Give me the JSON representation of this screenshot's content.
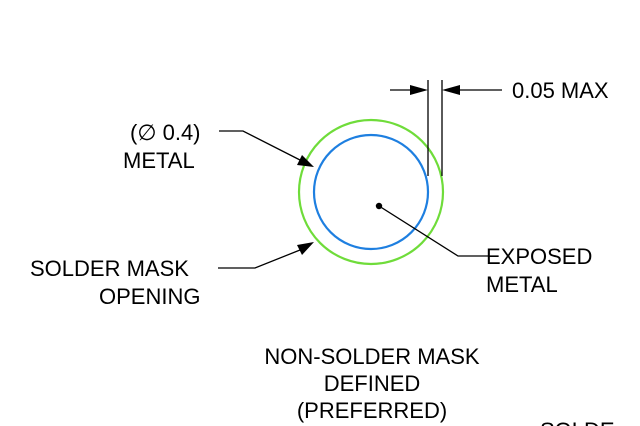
{
  "diagram": {
    "dimension_label": "0.05 MAX",
    "metal_diameter_label": "(∅ 0.4)",
    "metal_label": "METAL",
    "solder_mask_line1": "SOLDER MASK",
    "solder_mask_line2": "OPENING",
    "exposed_line1": "EXPOSED",
    "exposed_line2": "METAL",
    "caption_line1": "NON-SOLDER MASK",
    "caption_line2": "DEFINED",
    "caption_line3": "(PREFERRED)",
    "cut_off_text": "SOLDE",
    "colors": {
      "solder_mask_opening": "#6fdc3a",
      "metal_pad": "#1e7fe0",
      "lines": "#000000"
    }
  }
}
